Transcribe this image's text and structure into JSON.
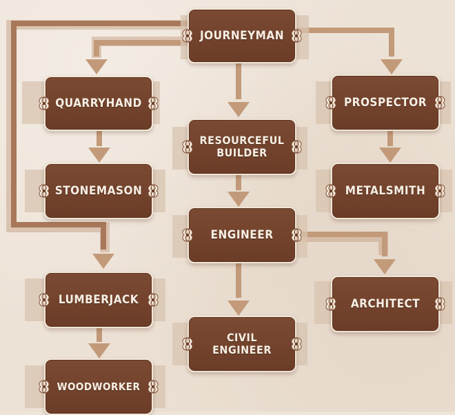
{
  "colors": {
    "node": "#6f3f29",
    "node_border": "#f2e6d6",
    "connector": "#c29a7a",
    "connector_dark": "#a8785a",
    "text": "#f7efe4"
  },
  "nodes": {
    "journeyman": "JOURNEYMAN",
    "quarryhand": "QUARRYHAND",
    "prospector": "PROSPECTOR",
    "resourceful_builder": "RESOURCEFUL\nBUILDER",
    "stonemason": "STONEMASON",
    "metalsmith": "METALSMITH",
    "engineer": "ENGINEER",
    "lumberjack": "LUMBERJACK",
    "architect": "ARCHITECT",
    "civil_engineer": "CIVIL\nENGINEER",
    "woodworker": "WOODWORKER"
  },
  "edges": [
    [
      "journeyman",
      "quarryhand"
    ],
    [
      "journeyman",
      "prospector"
    ],
    [
      "journeyman",
      "resourceful_builder"
    ],
    [
      "journeyman",
      "lumberjack"
    ],
    [
      "quarryhand",
      "stonemason"
    ],
    [
      "prospector",
      "metalsmith"
    ],
    [
      "resourceful_builder",
      "engineer"
    ],
    [
      "engineer",
      "architect"
    ],
    [
      "engineer",
      "civil_engineer"
    ],
    [
      "lumberjack",
      "woodworker"
    ]
  ]
}
